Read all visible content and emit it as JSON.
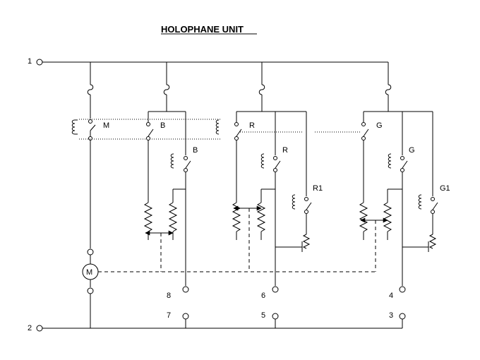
{
  "title": "HOLOPHANE UNIT",
  "terminals": [
    "1",
    "2",
    "3",
    "4",
    "5",
    "6",
    "7",
    "8"
  ],
  "components": {
    "motor": "M",
    "motor_relay": "M",
    "relay_b": "B",
    "relay_b_aux": "B",
    "relay_r": "R",
    "relay_r_aux": "R",
    "relay_r1": "R1",
    "relay_g": "G",
    "relay_g_aux": "G",
    "relay_g1": "G1"
  }
}
